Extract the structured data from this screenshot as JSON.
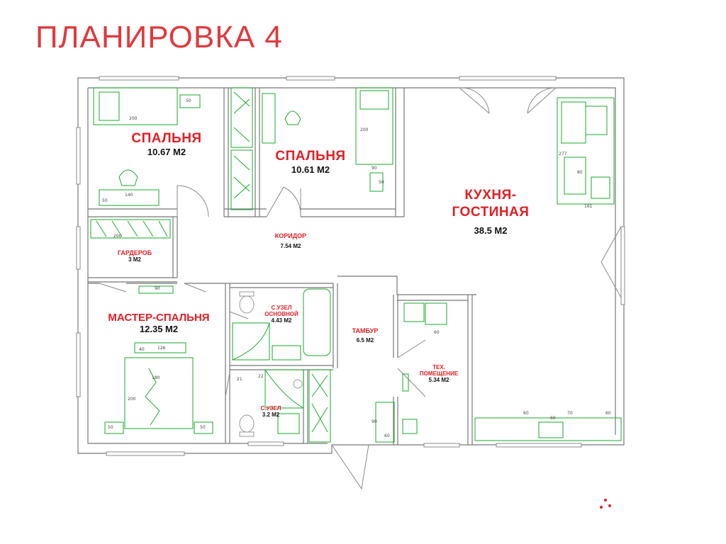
{
  "title": "ПЛАНИРОВКА 4",
  "rooms": {
    "bedroom1": {
      "name": "СПАЛЬНЯ",
      "area": "10.67 М2"
    },
    "bedroom2": {
      "name": "СПАЛЬНЯ",
      "area": "10.61 М2"
    },
    "kitchen": {
      "name_line1": "КУХНЯ-",
      "name_line2": "ГОСТИНАЯ",
      "area": "38.5 М2"
    },
    "wardrobe": {
      "name": "ГАРДЕРОБ",
      "area": "3 М2"
    },
    "corridor": {
      "name": "КОРИДОР",
      "area": "7.54 М2"
    },
    "master": {
      "name": "МАСТЕР-СПАЛЬНЯ",
      "area": "12.35 М2"
    },
    "bath_main": {
      "name_line1": "С.УЗЕЛ",
      "name_line2": "ОСНОВНОЙ",
      "area": "4.43 М2"
    },
    "vestibule": {
      "name": "ТАМБУР",
      "area": "6.5 М2"
    },
    "tech": {
      "name_line1": "ТЕХ.",
      "name_line2": "ПОМЕЩЕНИЕ",
      "area": "5.34 М2"
    },
    "bath2": {
      "name": "С.УЗЕЛ",
      "area": "3.2 М2"
    }
  },
  "dimensions": {
    "d50a": "50",
    "d200a": "200",
    "d140a": "140",
    "d50b": "50",
    "d200b": "200",
    "d90a": "90",
    "d50c": "50",
    "d277": "277",
    "d80k": "80",
    "d161": "161",
    "d200c": "200",
    "d90b": "90",
    "d126": "126",
    "d40": "40",
    "d180": "180",
    "d200d": "200",
    "d50d": "50",
    "d50e": "50",
    "d60a": "60",
    "d60b": "60",
    "d70": "70",
    "d60c": "60",
    "d90c": "90",
    "d60d": "60",
    "d60e": "60",
    "d21": "21",
    "d22": "22"
  },
  "colors": {
    "accent": "#e31e24",
    "title": "#e0393e",
    "wall": "#7a7a7a",
    "furniture": "#1aaa2a"
  }
}
